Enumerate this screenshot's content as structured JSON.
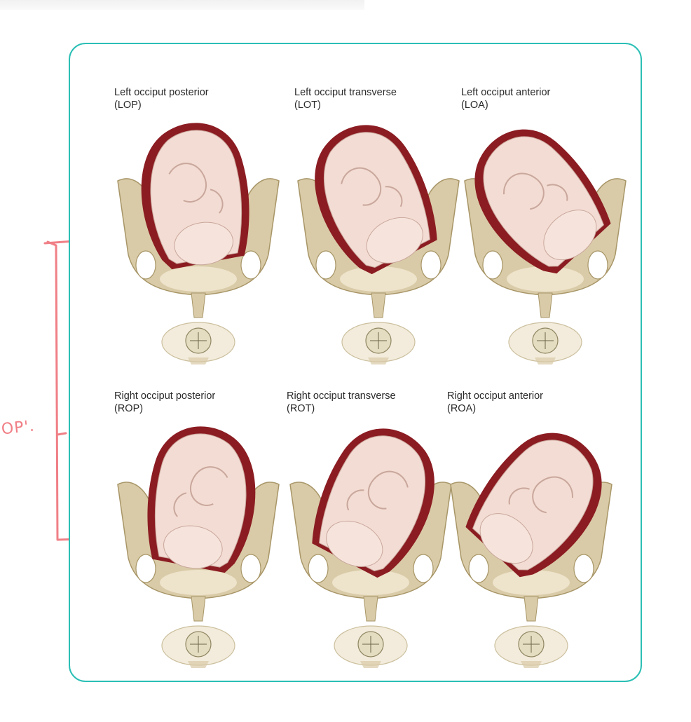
{
  "panels": [
    {
      "id": "lop",
      "title": "Left occiput posterior",
      "abbr": "(LOP)",
      "flip": false,
      "tilt": -8
    },
    {
      "id": "lot",
      "title": "Left occiput transverse",
      "abbr": "(LOT)",
      "flip": false,
      "tilt": -25
    },
    {
      "id": "loa",
      "title": "Left occiput anterior",
      "abbr": "(LOA)",
      "flip": false,
      "tilt": -40
    },
    {
      "id": "rop",
      "title": "Right occiput posterior",
      "abbr": "(ROP)",
      "flip": true,
      "tilt": -8
    },
    {
      "id": "rot",
      "title": "Right occiput transverse",
      "abbr": "(ROT)",
      "flip": true,
      "tilt": -25
    },
    {
      "id": "roa",
      "title": "Right occiput anterior",
      "abbr": "(ROA)",
      "flip": true,
      "tilt": -40
    }
  ],
  "annotation": {
    "text": "OP'.",
    "color": "#f07f86"
  },
  "colors": {
    "frame": "#2bbfb5",
    "uterus": "#8b1c22",
    "bone": "#d9cba7",
    "fetus": "#f3dcd3"
  }
}
